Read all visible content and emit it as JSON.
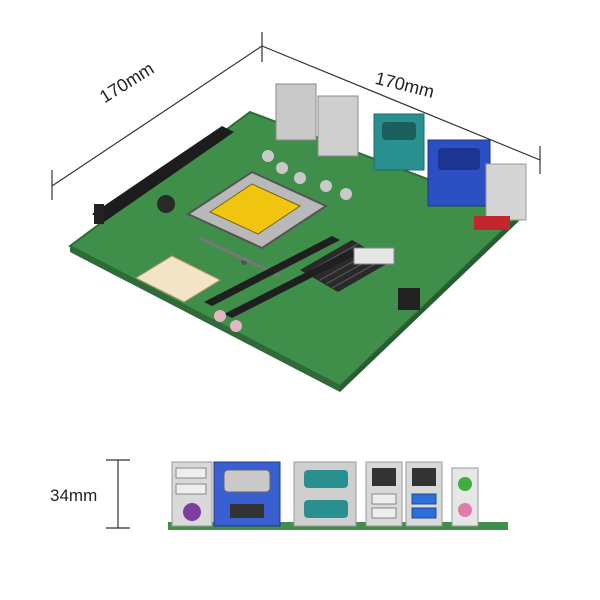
{
  "dimensions": {
    "width_left": "170mm",
    "width_right": "170mm",
    "height": "34mm"
  },
  "colors": {
    "pcb_green": "#3f8f4a",
    "pcb_dark": "#2f6b38",
    "heatsink": "#2a2a2a",
    "cpu_socket_label": "#f1c40f",
    "vga_blue": "#2c4fc4",
    "serial_teal": "#2a8f8f",
    "io_plate": "#d9d9d9"
  }
}
